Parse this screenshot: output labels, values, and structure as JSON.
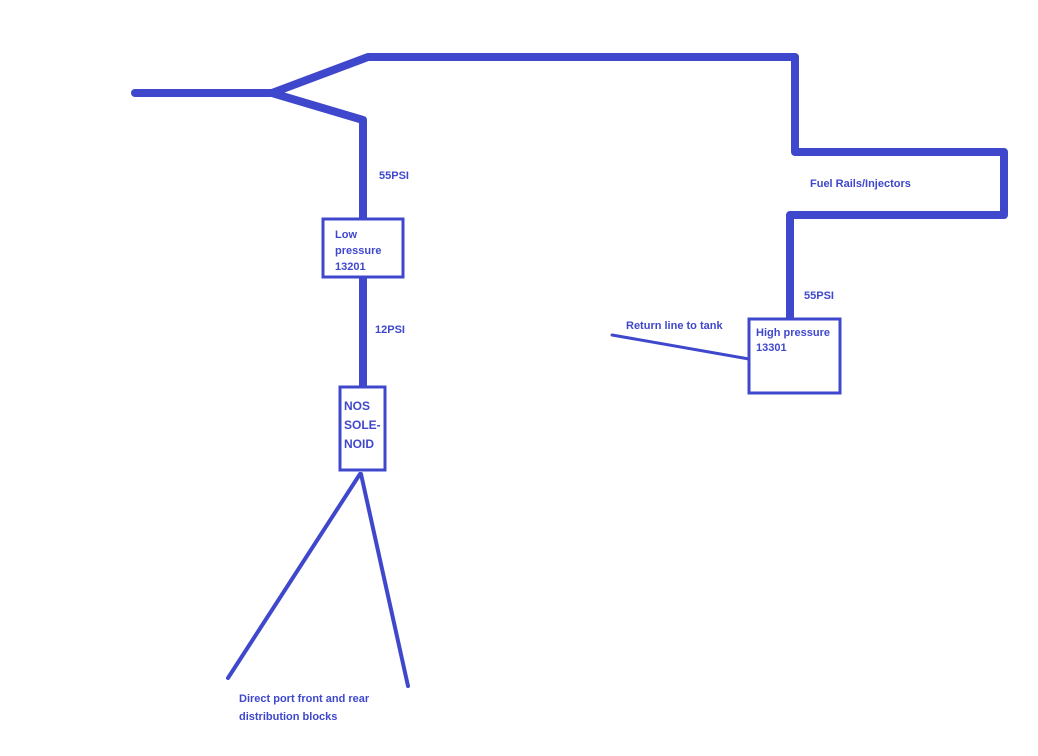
{
  "colors": {
    "line": "#3f48cc",
    "background": "#ffffff"
  },
  "labels": {
    "low_psi": "55PSI",
    "low_box": [
      "Low",
      "pressure",
      "13201"
    ],
    "mid_psi": "12PSI",
    "nos_box": [
      "NOS",
      "SOLE-",
      "NOID"
    ],
    "fuel_rails": "Fuel Rails/Injectors",
    "high_psi": "55PSI",
    "return_line": "Return line to tank",
    "high_box": [
      "High pressure",
      "13301"
    ],
    "distribution": [
      "Direct port front and rear",
      "distribution blocks"
    ]
  }
}
